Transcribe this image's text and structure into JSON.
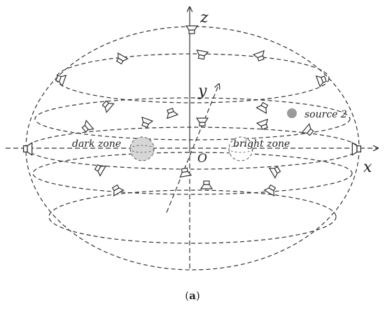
{
  "labels": {
    "axis_z": "z",
    "axis_y": "y",
    "axis_x": "x",
    "origin": "O",
    "dark_zone": "dark zone",
    "bright_zone": "bright zone",
    "source": "source 2",
    "caption_open": "(",
    "caption_letter": "a",
    "caption_close": ")"
  },
  "colors": {
    "line": "#333333",
    "zone_fill": "#d6d6d6",
    "source_dot": "#9a9a9a"
  },
  "icons": {
    "loudspeaker": "loudspeaker-icon",
    "source": "point-source-dot"
  }
}
